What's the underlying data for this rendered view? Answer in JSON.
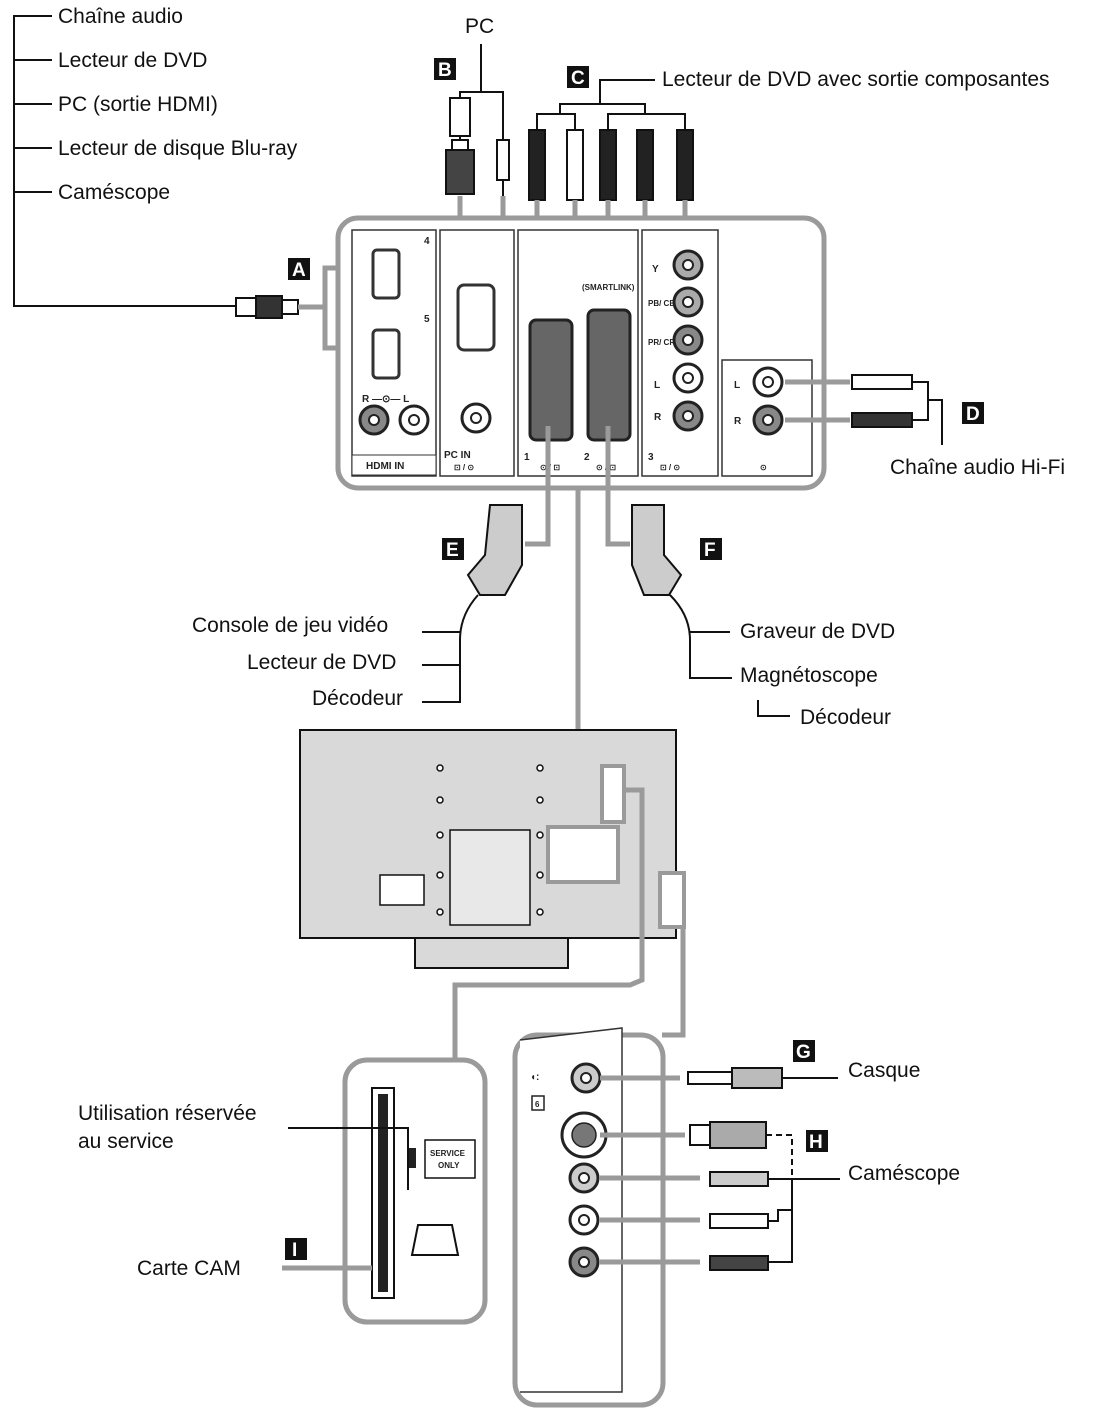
{
  "badges": {
    "A": "A",
    "B": "B",
    "C": "C",
    "D": "D",
    "E": "E",
    "F": "F",
    "G": "G",
    "H": "H",
    "I": "I"
  },
  "labels": {
    "audio_system": "Chaîne audio",
    "dvd_player": "Lecteur de DVD",
    "pc_hdmi": "PC (sortie HDMI)",
    "bluray": "Lecteur de disque Blu-ray",
    "camcorder_top": "Caméscope",
    "pc": "PC",
    "dvd_component": "Lecteur de DVD avec sortie composantes",
    "hifi": "Chaîne audio Hi-Fi",
    "game_console": "Console de jeu vidéo",
    "dvd_player_2": "Lecteur de DVD",
    "decoder_left": "Décodeur",
    "dvd_recorder": "Graveur de DVD",
    "vcr": "Magnétoscope",
    "decoder_right": "Décodeur",
    "headphones": "Casque",
    "camcorder_side": "Caméscope",
    "service_use_line1": "Utilisation réservée",
    "service_use_line2": "au service",
    "cam_card": "Carte CAM"
  },
  "panel_text": {
    "hdmi_4": "4",
    "hdmi_5": "5",
    "rl": "R —⊙— L",
    "hdmi_in": "HDMI IN",
    "pc_in": "PC IN",
    "pc_in_sub": "⊡ / ⊙",
    "y": "Y",
    "pb_cb": "PB/ CB",
    "pr_cr": "PR/ CR",
    "l": "L",
    "r": "R",
    "smartlink": "(SMARTLINK)",
    "scart1": "1",
    "scart1_sub": "⊙ / ⊡",
    "scart2": "2",
    "scart2_sub": "⊙ / ⊡",
    "comp3": "3",
    "comp3_sub": "⊡ / ⊙",
    "out_sub": "⊙",
    "side6": "6",
    "service_only_1": "SERVICE",
    "service_only_2": "ONLY"
  },
  "colors": {
    "cable_gray": "#9a9a9a",
    "badge_bg": "#111111",
    "line_black": "#111111",
    "tv_body": "#d9d9d9"
  }
}
